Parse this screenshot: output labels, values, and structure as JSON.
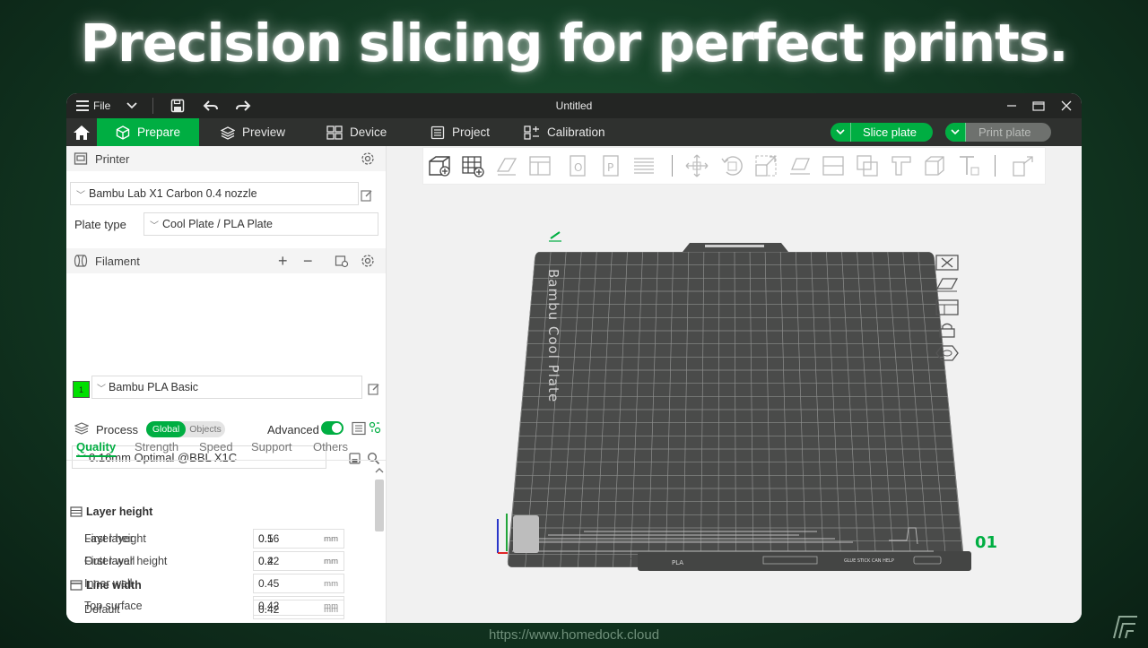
{
  "hero_title": "Precision slicing for perfect prints.",
  "footer_url": "https://www.homedock.cloud",
  "colors": {
    "accent": "#00ae42",
    "titlebar": "#232523",
    "tabbar": "#2f312f",
    "plate": "#4a4b4a"
  },
  "titlebar": {
    "file_label": "File",
    "window_title": "Untitled",
    "icons": [
      "menu-icon",
      "chevron-down-icon",
      "save-icon",
      "undo-icon",
      "redo-icon",
      "minimize-icon",
      "maximize-icon",
      "close-icon"
    ]
  },
  "tabs": [
    {
      "label": "Prepare",
      "icon": "cube-icon",
      "active": true
    },
    {
      "label": "Preview",
      "icon": "layers-icon",
      "active": false
    },
    {
      "label": "Device",
      "icon": "device-icon",
      "active": false
    },
    {
      "label": "Project",
      "icon": "project-icon",
      "active": false
    },
    {
      "label": "Calibration",
      "icon": "calibration-icon",
      "active": false
    }
  ],
  "actions": {
    "slice_label": "Slice plate",
    "print_label": "Print plate"
  },
  "printer": {
    "section_label": "Printer",
    "model": "Bambu Lab X1 Carbon 0.4 nozzle",
    "plate_type_label": "Plate type",
    "plate_type": "Cool Plate / PLA Plate"
  },
  "filament": {
    "section_label": "Filament",
    "slot_number": "1",
    "slot_color": "#00e000",
    "name": "Bambu PLA Basic"
  },
  "process": {
    "section_label": "Process",
    "toggle_global": "Global",
    "toggle_objects": "Objects",
    "advanced_label": "Advanced",
    "advanced_on": true,
    "preset": "0.16mm Optimal @BBL X1C",
    "subtabs": [
      "Quality",
      "Strength",
      "Speed",
      "Support",
      "Others"
    ],
    "active_subtab": "Quality"
  },
  "groups": {
    "layer_height": {
      "title": "Layer height",
      "params": [
        {
          "label": "Layer height",
          "value": "0.16",
          "unit": "mm"
        },
        {
          "label": "First layer height",
          "value": "0.2",
          "unit": "mm"
        }
      ]
    },
    "line_width": {
      "title": "Line width",
      "params": [
        {
          "label": "Default",
          "value": "0.42",
          "unit": "mm"
        },
        {
          "label": "First layer",
          "value": "0.5",
          "unit": "mm"
        },
        {
          "label": "Outer wall",
          "value": "0.42",
          "unit": "mm"
        },
        {
          "label": "Inner wall",
          "value": "0.45",
          "unit": "mm"
        },
        {
          "label": "Top surface",
          "value": "0.42",
          "unit": "mm"
        }
      ]
    }
  },
  "plate": {
    "brand_text": "Bambu Cool Plate",
    "plate_number": "01",
    "bottom_label_left": "PLA",
    "bottom_label_right": "GLUE STICK CAN HELP"
  }
}
